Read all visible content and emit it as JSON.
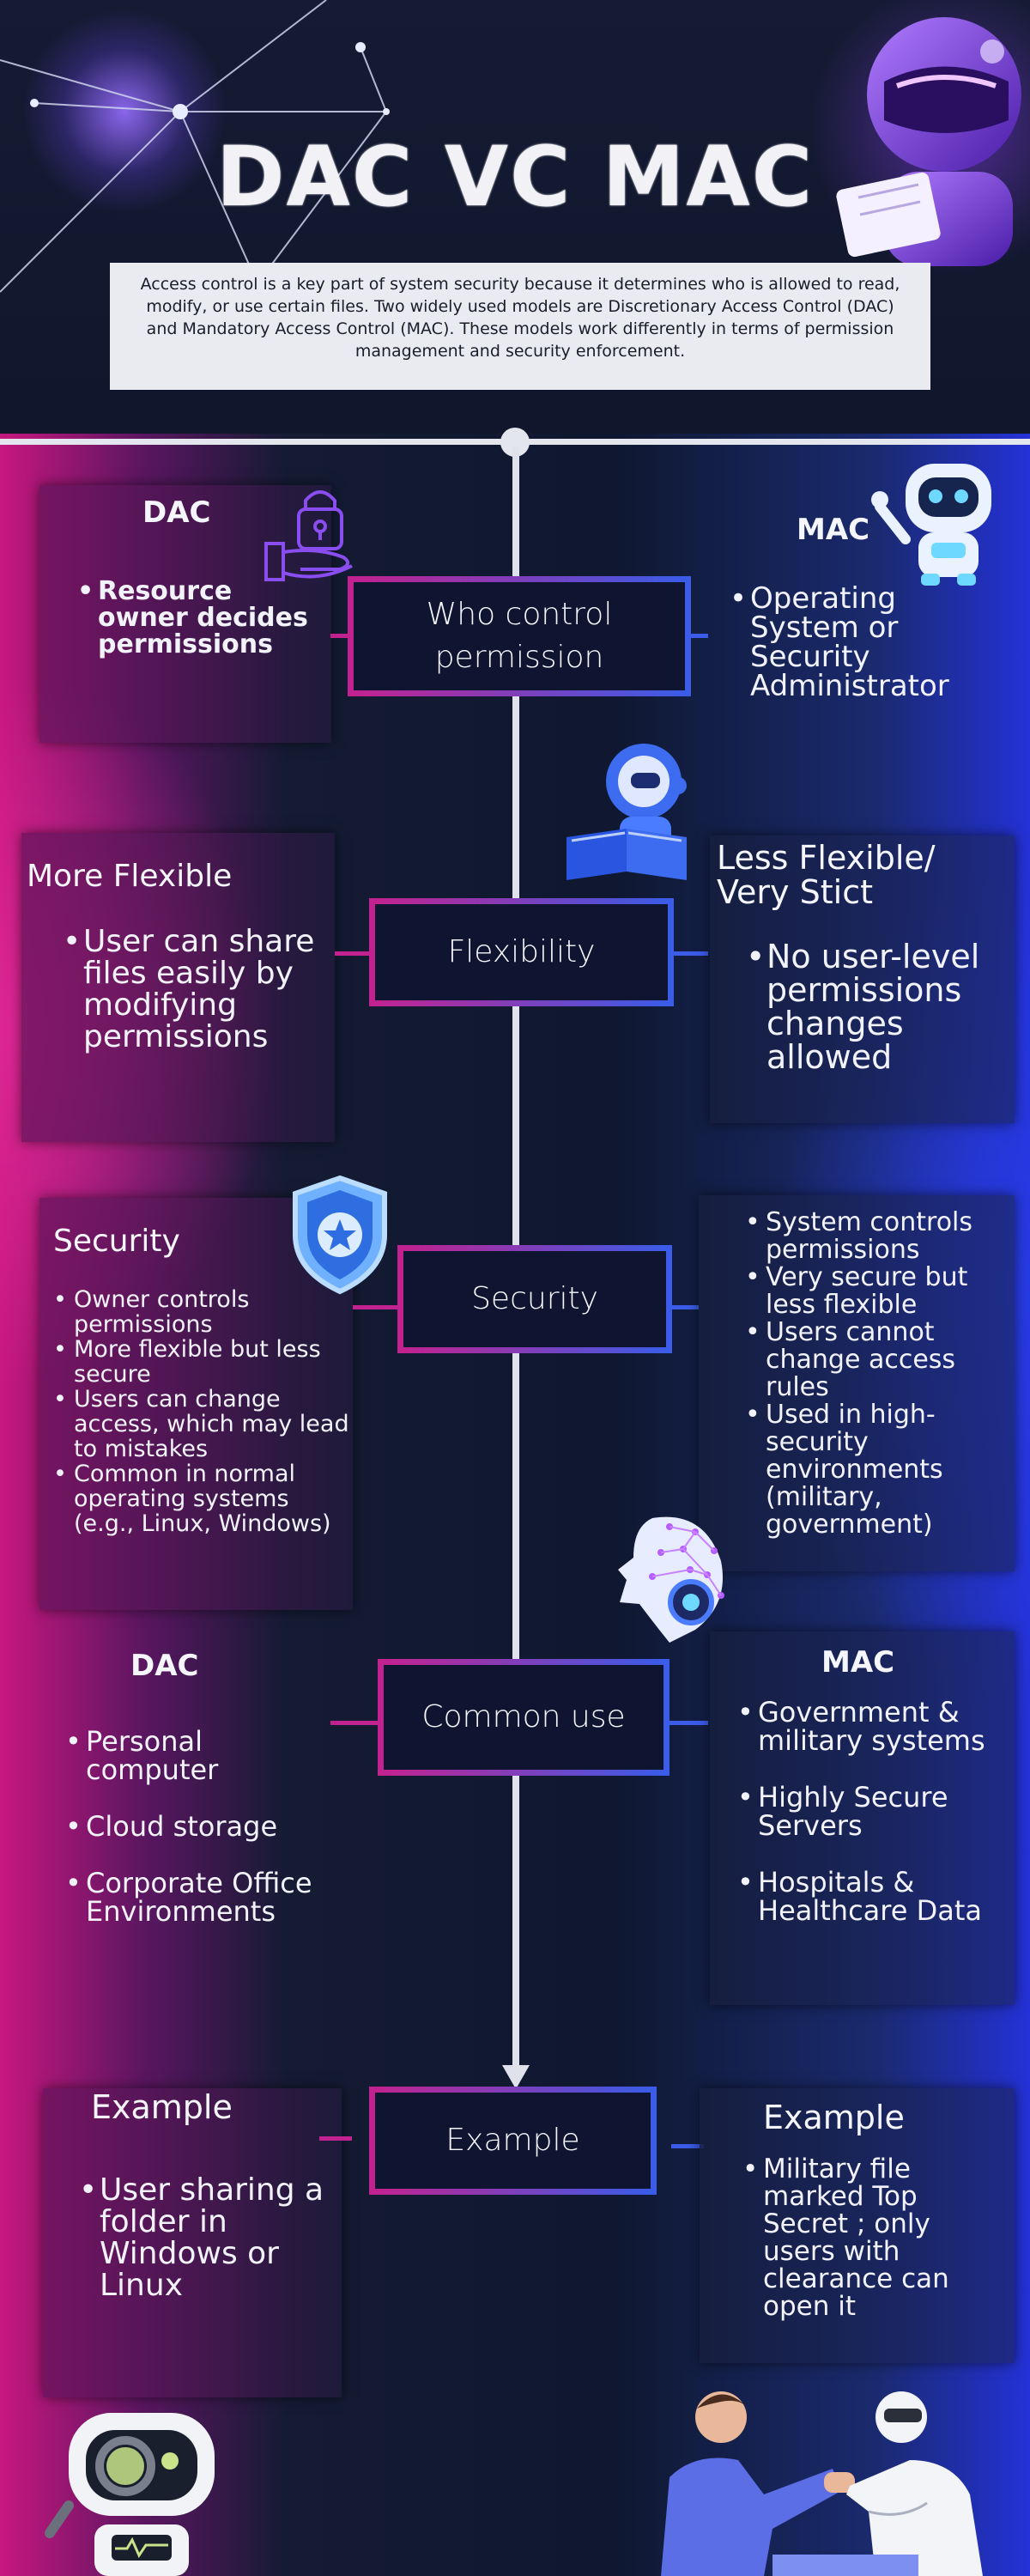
{
  "header": {
    "title": "DAC VC MAC",
    "intro": "Access control is a key part of system security because it determines who is allowed to read, modify, or use certain files. Two widely used models are Discretionary Access Control (DAC) and Mandatory Access Control (MAC). These models work differently in terms of permission management and security enforcement."
  },
  "sections": {
    "who": {
      "center": "Who control permission",
      "left_title": "DAC",
      "left_items": [
        "Resource owner decides permissions"
      ],
      "right_title": "MAC",
      "right_items": [
        "Operating System or Security Administrator"
      ]
    },
    "flex": {
      "center": "Flexibility",
      "left_title": "More Flexible",
      "left_items": [
        "User can share files easily by modifying permissions"
      ],
      "right_title": "Less Flexible/ Very Stict",
      "right_items": [
        "No user-level permissions changes allowed"
      ]
    },
    "security": {
      "center": "Security",
      "left_title": "Security",
      "left_items": [
        "Owner controls permissions",
        "More flexible but less secure",
        "Users can change access, which may lead to mistakes",
        "Common in normal operating systems (e.g., Linux, Windows)"
      ],
      "right_items": [
        "System controls permissions",
        "Very secure but less flexible",
        "Users cannot change access rules",
        "Used in high-security environments (military, government)"
      ]
    },
    "common": {
      "center": "Common use",
      "left_title": "DAC",
      "left_items": [
        "Personal computer",
        "Cloud storage",
        "Corporate Office Environments"
      ],
      "right_title": "MAC",
      "right_items": [
        "Government & military systems",
        "Highly Secure Servers",
        "Hospitals & Healthcare Data"
      ]
    },
    "example": {
      "center": "Example",
      "left_title": "Example",
      "left_items": [
        "User sharing a folder in Windows or Linux"
      ],
      "right_title": "Example",
      "right_items": [
        "Military file marked Top Secret ; only users with clearance can open it"
      ]
    }
  },
  "icons": [
    "network-lines-icon",
    "robot-mascot-icon",
    "lock-hand-icon",
    "robot-waving-icon",
    "robot-reading-icon",
    "shield-star-icon",
    "ai-head-icon",
    "robot-magnifier-icon",
    "arm-wrestling-icon"
  ],
  "colors": {
    "accent_pink": "#c2228f",
    "accent_blue": "#3a5ce8",
    "background_dark": "#10162b",
    "intro_box": "#e9ebf0"
  }
}
